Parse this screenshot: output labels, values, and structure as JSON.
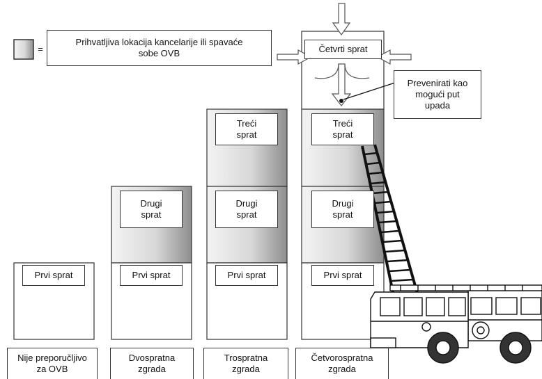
{
  "legend": {
    "text": "Prihvatljiva lokacija kancelarije ili spavaće\nsobe OVB",
    "equals": "="
  },
  "annotation": "Prevenirati kao\nmogući put\nupada",
  "buildings": [
    {
      "caption": "Nije preporučljivo\nza OVB",
      "floors": [
        "Prvi sprat"
      ]
    },
    {
      "caption": "Dvospratna\nzgrada",
      "floors": [
        "Prvi sprat",
        "Drugi\nsprat"
      ]
    },
    {
      "caption": "Trospratna\nzgrada",
      "floors": [
        "Prvi sprat",
        "Drugi\nsprat",
        "Treći\nsprat"
      ]
    },
    {
      "caption": "Četvorospratna\nzgrada",
      "floors": [
        "Prvi sprat",
        "Drugi\nsprat",
        "Treći\nsprat",
        "Četvrti sprat"
      ]
    }
  ],
  "colors": {
    "outline": "#333333",
    "shade_dark": "#9a9a9a",
    "shade_light": "#f2f2f2",
    "ladder": "#111111"
  }
}
